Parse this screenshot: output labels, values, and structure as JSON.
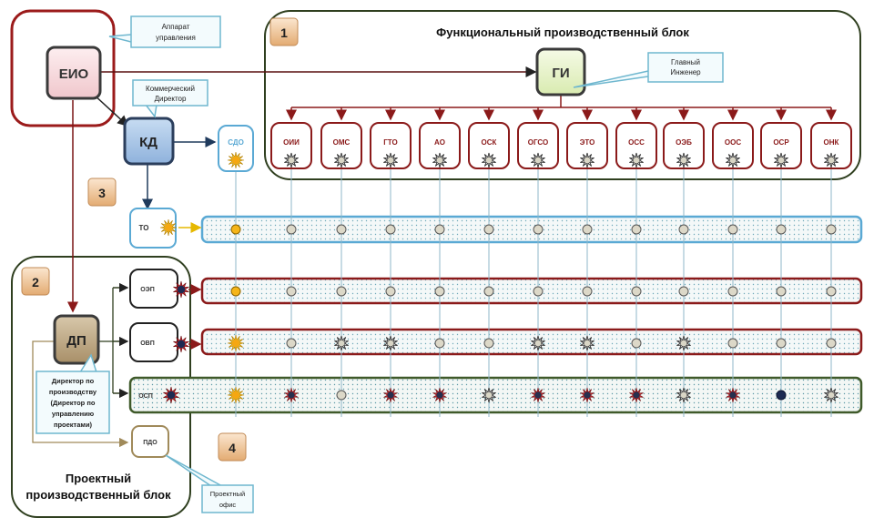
{
  "blocks": {
    "functional": {
      "title": "Функциональный  производственный  блок",
      "number": "1"
    },
    "project": {
      "title_line1": "Проектный",
      "title_line2": "производственный  блок",
      "number": "2"
    },
    "badge3": "3",
    "badge4": "4"
  },
  "nodes": {
    "eio": "ЕИО",
    "gi": "ГИ",
    "kd": "КД",
    "dp": "ДП",
    "sdo": "СДО",
    "to": "ТО",
    "oep": "ОЭП",
    "ovp": "ОВП",
    "osp": "ОСП",
    "pdo": "ПДО"
  },
  "callouts": {
    "apparat": [
      "Аппарат",
      "управления"
    ],
    "gi": [
      "Главный",
      "Инженер"
    ],
    "kd": [
      "Коммерческий",
      "Директор"
    ],
    "dp": [
      "Директор по",
      "производству",
      "(Директор по",
      "управлению",
      "проектами)"
    ],
    "pdo": [
      "Проектный",
      "офис"
    ]
  },
  "departments": [
    "ОИИ",
    "ОМС",
    "ГТО",
    "АО",
    "ОСК",
    "ОГСО",
    "ЭТО",
    "ОСС",
    "ОЭБ",
    "ООС",
    "ОСР",
    "ОНК"
  ],
  "matrix": {
    "to": [
      "sun-dot",
      "dot",
      "dot",
      "dot",
      "dot",
      "dot",
      "dot",
      "dot",
      "dot",
      "dot",
      "dot",
      "dot",
      "dot"
    ],
    "oep": [
      "sun-dot",
      "dot",
      "dot",
      "dot",
      "dot",
      "dot",
      "dot",
      "dot",
      "dot",
      "dot",
      "dot",
      "dot",
      "dot"
    ],
    "ovp": [
      "sun",
      "dot",
      "star",
      "star",
      "dot",
      "dot",
      "star",
      "star",
      "dot",
      "star",
      "dot",
      "dot",
      "dot"
    ],
    "osp": [
      "sun",
      "red-star",
      "dot",
      "red-star",
      "red-star",
      "star",
      "red-star",
      "red-star",
      "red-star",
      "star",
      "red-star",
      "navy-dot",
      "star"
    ]
  },
  "colors": {
    "dark_red": "#8b1a1a",
    "green_block": "#3f5a2a",
    "blue": "#5aa9d4",
    "kd_fill": "#a9c6e6",
    "gi_fill": "#e9f3cf",
    "dp_fill": "#c2ad8c",
    "badge": "#f0c9a0"
  }
}
